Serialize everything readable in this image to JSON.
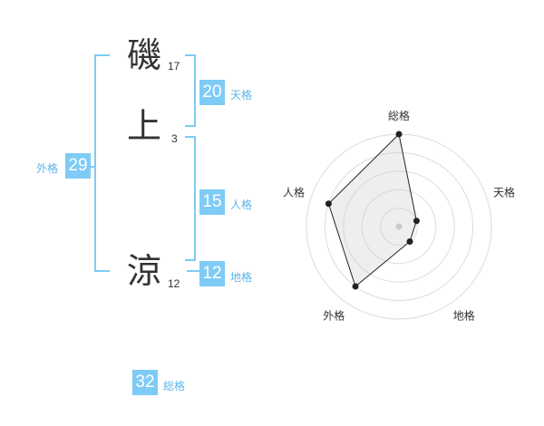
{
  "name": {
    "chars": [
      {
        "char": "磯",
        "strokes": "17"
      },
      {
        "char": "上",
        "strokes": "3"
      },
      {
        "char": "涼",
        "strokes": "12"
      }
    ]
  },
  "fortunes": {
    "tenkaku": {
      "label": "天格",
      "value": "20"
    },
    "jinkaku": {
      "label": "人格",
      "value": "15"
    },
    "chikaku": {
      "label": "地格",
      "value": "12"
    },
    "gaikaku": {
      "label": "外格",
      "value": "29"
    },
    "soukaku": {
      "label": "総格",
      "value": "32"
    }
  },
  "radar": {
    "axes": [
      "総格",
      "天格",
      "地格",
      "外格",
      "人格"
    ],
    "levels": 5,
    "max": 5,
    "values": [
      5,
      1,
      1,
      4,
      4
    ]
  },
  "colors": {
    "accent": "#7ecbf6",
    "label": "#5bb6ea",
    "text": "#333333"
  }
}
